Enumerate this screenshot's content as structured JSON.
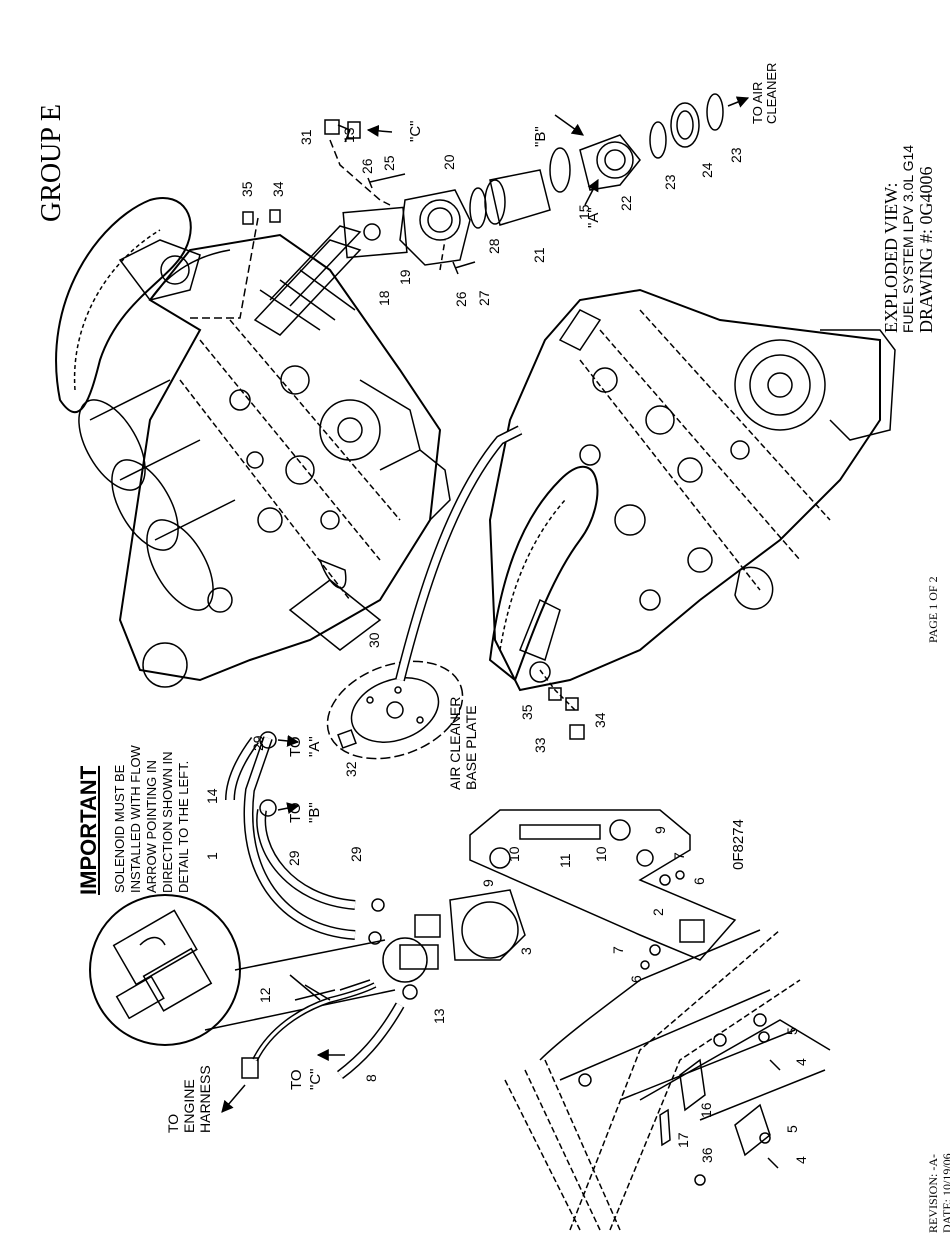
{
  "header": {
    "group": "GROUP E",
    "view_title": "EXPLODED VIEW:",
    "subtitle": "FUEL SYSTEM LPV 3.0L G14",
    "drawing_no": "DRAWING #: 0G4006"
  },
  "footer": {
    "page": "PAGE 1 OF 2",
    "revision": "REVISION: -A-",
    "date": "DATE: 10/19/06"
  },
  "notice": {
    "heading": "IMPORTANT",
    "lines": [
      "SOLENOID MUST BE",
      "INSTALLED WITH FLOW",
      "ARROW POINTING IN",
      "DIRECTION SHOWN IN",
      "DETAIL TO THE LEFT."
    ]
  },
  "labels": {
    "to_air_cleaner_1": "TO AIR",
    "to_air_cleaner_2": "CLEANER",
    "air_cleaner_base_1": "AIR CLEANER",
    "air_cleaner_base_2": "BASE PLATE",
    "to_engine_1": "TO",
    "to_engine_2": "ENGINE",
    "to_engine_3": "HARNESS",
    "bracket_code": "0F8274",
    "to_word": "TO",
    "ref_a": "\"A\"",
    "ref_b": "\"B\"",
    "ref_c": "\"C\""
  },
  "callouts": [
    "1",
    "2",
    "3",
    "4",
    "4",
    "5",
    "5",
    "6",
    "6",
    "7",
    "7",
    "8",
    "9",
    "9",
    "10",
    "10",
    "11",
    "12",
    "13",
    "13",
    "14",
    "15",
    "16",
    "17",
    "18",
    "19",
    "20",
    "21",
    "22",
    "23",
    "23",
    "24",
    "25",
    "26",
    "26",
    "27",
    "28",
    "29",
    "29",
    "29",
    "30",
    "31",
    "32",
    "33",
    "34",
    "34",
    "35",
    "35",
    "36"
  ]
}
